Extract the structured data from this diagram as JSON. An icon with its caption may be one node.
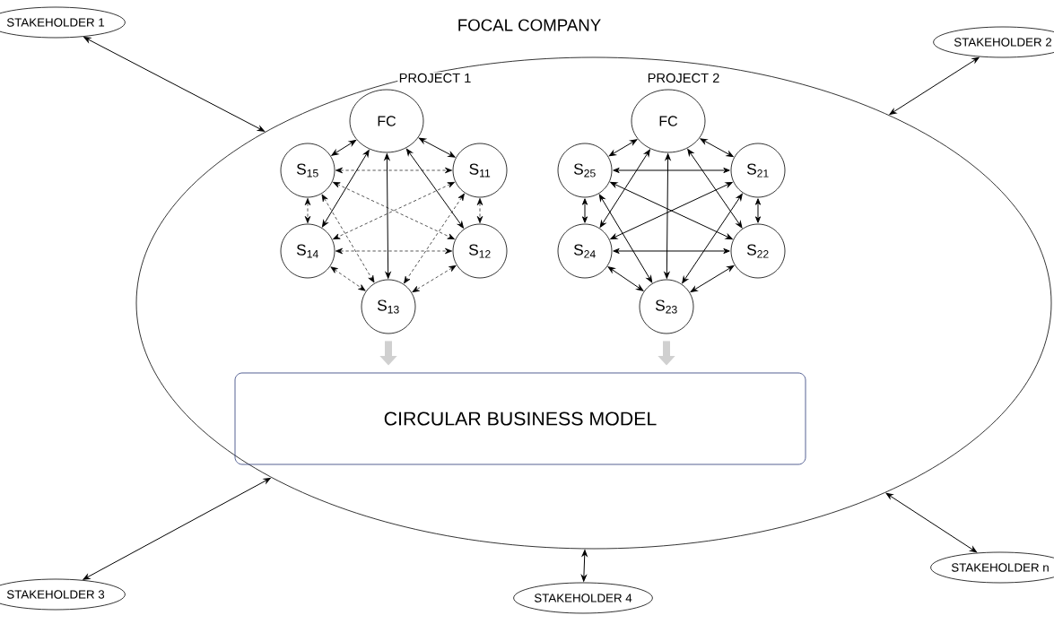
{
  "diagram": {
    "nodes": [
      {
        "text": [
          "STAKEHOLDER 1"
        ]
      },
      {
        "text": [
          "FOCAL COMPANY"
        ]
      },
      {
        "text": [
          "STAKEHOLDER 2"
        ]
      },
      {
        "text": [
          "FC"
        ],
        "in": 1
      },
      {
        "text": [
          "S$_{15}$"
        ],
        "in": 1
      },
      {
        "text": [
          "S$_{11}$"
        ],
        "in": 1
      },
      {
        "text": [
          "S$_{14}$"
        ],
        "in": 1
      },
      {
        "text": [
          "S$_{12}$"
        ],
        "in": 1
      },
      {
        "text": [
          "S$_{13}$"
        ],
        "in": 1
      },
      {
        "text": [
          "FC"
        ],
        "in": 1
      },
      {
        "text": [
          "S$_{25}$"
        ],
        "in": 1
      },
      {
        "text": [
          "S$_{21}$"
        ],
        "in": 1
      },
      {
        "text": [
          "S$_{24}$"
        ],
        "in": 1
      },
      {
        "text": [
          "S$_{22}$"
        ],
        "in": 1
      },
      {
        "text": [
          "S$_{23}$"
        ],
        "in": 1
      },
      {
        "text": [
          "CIRCULAR BUSINESS MODEL"
        ],
        "in": 1
      },
      {
        "text": [
          "STAKEHOLDER 3"
        ]
      },
      {
        "text": [
          "STAKEHOLDER n"
        ]
      },
      {
        "text": [
          "STAKEHOLDER 4"
        ]
      }
    ],
    "edges": [
      {
        "from": 0,
        "to": 1,
        "arrow": "both"
      },
      {
        "from": 2,
        "to": 1,
        "arrow": "both"
      },
      {
        "from": 16,
        "to": 1,
        "arrow": "both"
      },
      {
        "from": 18,
        "to": 1,
        "arrow": "both"
      },
      {
        "from": 17,
        "to": 1,
        "arrow": "both"
      },
      {
        "from": 3,
        "to": 4,
        "arrow": "both"
      },
      {
        "from": 3,
        "to": 5,
        "arrow": "both"
      },
      {
        "from": 3,
        "to": 6,
        "arrow": "both"
      },
      {
        "from": 3,
        "to": 7,
        "arrow": "both"
      },
      {
        "from": 3,
        "to": 8,
        "arrow": "both"
      },
      {
        "from": 4,
        "to": 5,
        "arrow": "both",
        "style": "dashed"
      },
      {
        "from": 4,
        "to": 6,
        "arrow": "both",
        "style": "dashed"
      },
      {
        "from": 4,
        "to": 7,
        "arrow": "both",
        "style": "dashed"
      },
      {
        "from": 4,
        "to": 8,
        "arrow": "both",
        "style": "dashed"
      },
      {
        "from": 5,
        "to": 6,
        "arrow": "both",
        "style": "dashed"
      },
      {
        "from": 5,
        "to": 7,
        "arrow": "both",
        "style": "dashed"
      },
      {
        "from": 5,
        "to": 8,
        "arrow": "both",
        "style": "dashed"
      },
      {
        "from": 6,
        "to": 7,
        "arrow": "both",
        "style": "dashed"
      },
      {
        "from": 6,
        "to": 8,
        "arrow": "both",
        "style": "dashed"
      },
      {
        "from": 7,
        "to": 8,
        "arrow": "both",
        "style": "dashed"
      },
      {
        "from": 9,
        "to": 10,
        "arrow": "both"
      },
      {
        "from": 9,
        "to": 11,
        "arrow": "both"
      },
      {
        "from": 9,
        "to": 12,
        "arrow": "both"
      },
      {
        "from": 9,
        "to": 13,
        "arrow": "both"
      },
      {
        "from": 9,
        "to": 14,
        "arrow": "both"
      },
      {
        "from": 10,
        "to": 11,
        "arrow": "both"
      },
      {
        "from": 10,
        "to": 12,
        "arrow": "both"
      },
      {
        "from": 10,
        "to": 13,
        "arrow": "both"
      },
      {
        "from": 10,
        "to": 14,
        "arrow": "both"
      },
      {
        "from": 11,
        "to": 12,
        "arrow": "both"
      },
      {
        "from": 11,
        "to": 13,
        "arrow": "both"
      },
      {
        "from": 11,
        "to": 14,
        "arrow": "both"
      },
      {
        "from": 12,
        "to": 13,
        "arrow": "both"
      },
      {
        "from": 12,
        "to": 14,
        "arrow": "both"
      },
      {
        "from": 13,
        "to": 14,
        "arrow": "both"
      },
      {
        "from": 8,
        "to": 15,
        "arrow": "to",
        "style": "thick",
        "color": "#d0d0d0"
      },
      {
        "from": 14,
        "to": 15,
        "arrow": "to",
        "style": "thick",
        "color": "#d0d0d0"
      }
    ],
    "labels": [
      "PROJECT 1",
      "PROJECT 2"
    ]
  }
}
